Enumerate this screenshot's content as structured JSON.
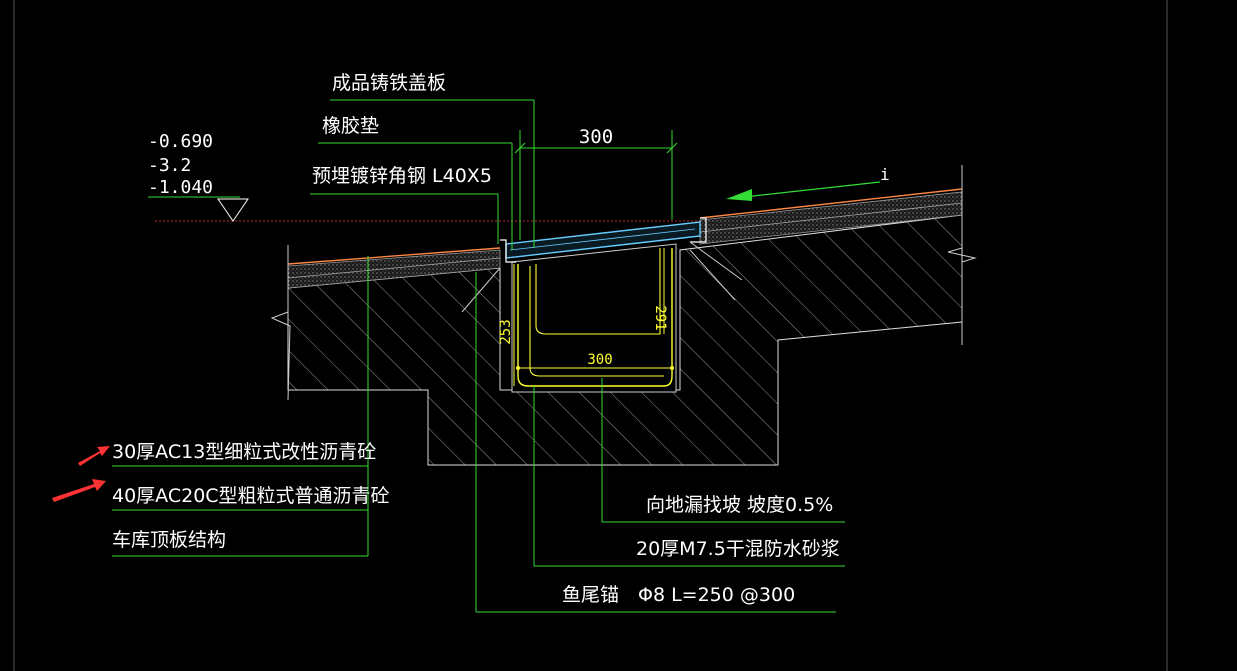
{
  "elevations": [
    "-0.690",
    "-3.2",
    "-1.040"
  ],
  "dimensions": {
    "cover_width": "300",
    "channel_inner_width": "300",
    "left_depth": "253",
    "right_depth": "291"
  },
  "labels": {
    "cast_iron_cover": "成品铸铁盖板",
    "rubber_pad": "橡胶垫",
    "angle_steel": "预埋镀锌角钢 L40X5",
    "slope_note": "向地漏找坡 坡度0.5%",
    "mortar": "20厚M7.5干混防水砂浆",
    "anchor": "鱼尾锚　Φ8  L=250  @300",
    "slope_mark": "i"
  },
  "layers": [
    "30厚AC13型细粒式改性沥青砼",
    "40厚AC20C型粗粒式普通沥青砼",
    "车库顶板结构"
  ],
  "colors": {
    "background": "#000000",
    "leader": "#33dd33",
    "dimension_yellow": "#ffff33",
    "cover_cyan": "#66ccff",
    "asphalt_orange": "#ff8844",
    "reference_red": "#ff3333",
    "arrow_red": "#ff3333",
    "text": "#ffffff"
  }
}
